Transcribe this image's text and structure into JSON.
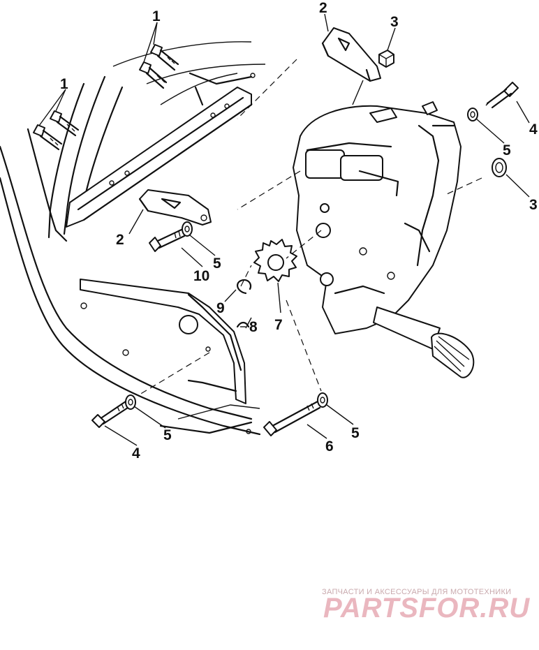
{
  "callouts": [
    {
      "id": "c1a",
      "text": "1"
    },
    {
      "id": "c1b",
      "text": "1"
    },
    {
      "id": "c2a",
      "text": "2"
    },
    {
      "id": "c2b",
      "text": "2"
    },
    {
      "id": "c3a",
      "text": "3"
    },
    {
      "id": "c3b",
      "text": "3"
    },
    {
      "id": "c4a",
      "text": "4"
    },
    {
      "id": "c4b",
      "text": "4"
    },
    {
      "id": "c5a",
      "text": "5"
    },
    {
      "id": "c5b",
      "text": "5"
    },
    {
      "id": "c5c",
      "text": "5"
    },
    {
      "id": "c5d",
      "text": "5"
    },
    {
      "id": "c6",
      "text": "6"
    },
    {
      "id": "c7",
      "text": "7"
    },
    {
      "id": "c8",
      "text": "8"
    },
    {
      "id": "c9",
      "text": "9"
    },
    {
      "id": "c10",
      "text": "10"
    }
  ],
  "watermark": {
    "tagline": "ЗАПЧАСТИ И АКСЕССУАРЫ ДЛЯ МОТОТЕХНИКИ",
    "brand": "PARTSFOR.RU",
    "color": "#eab7bf"
  }
}
